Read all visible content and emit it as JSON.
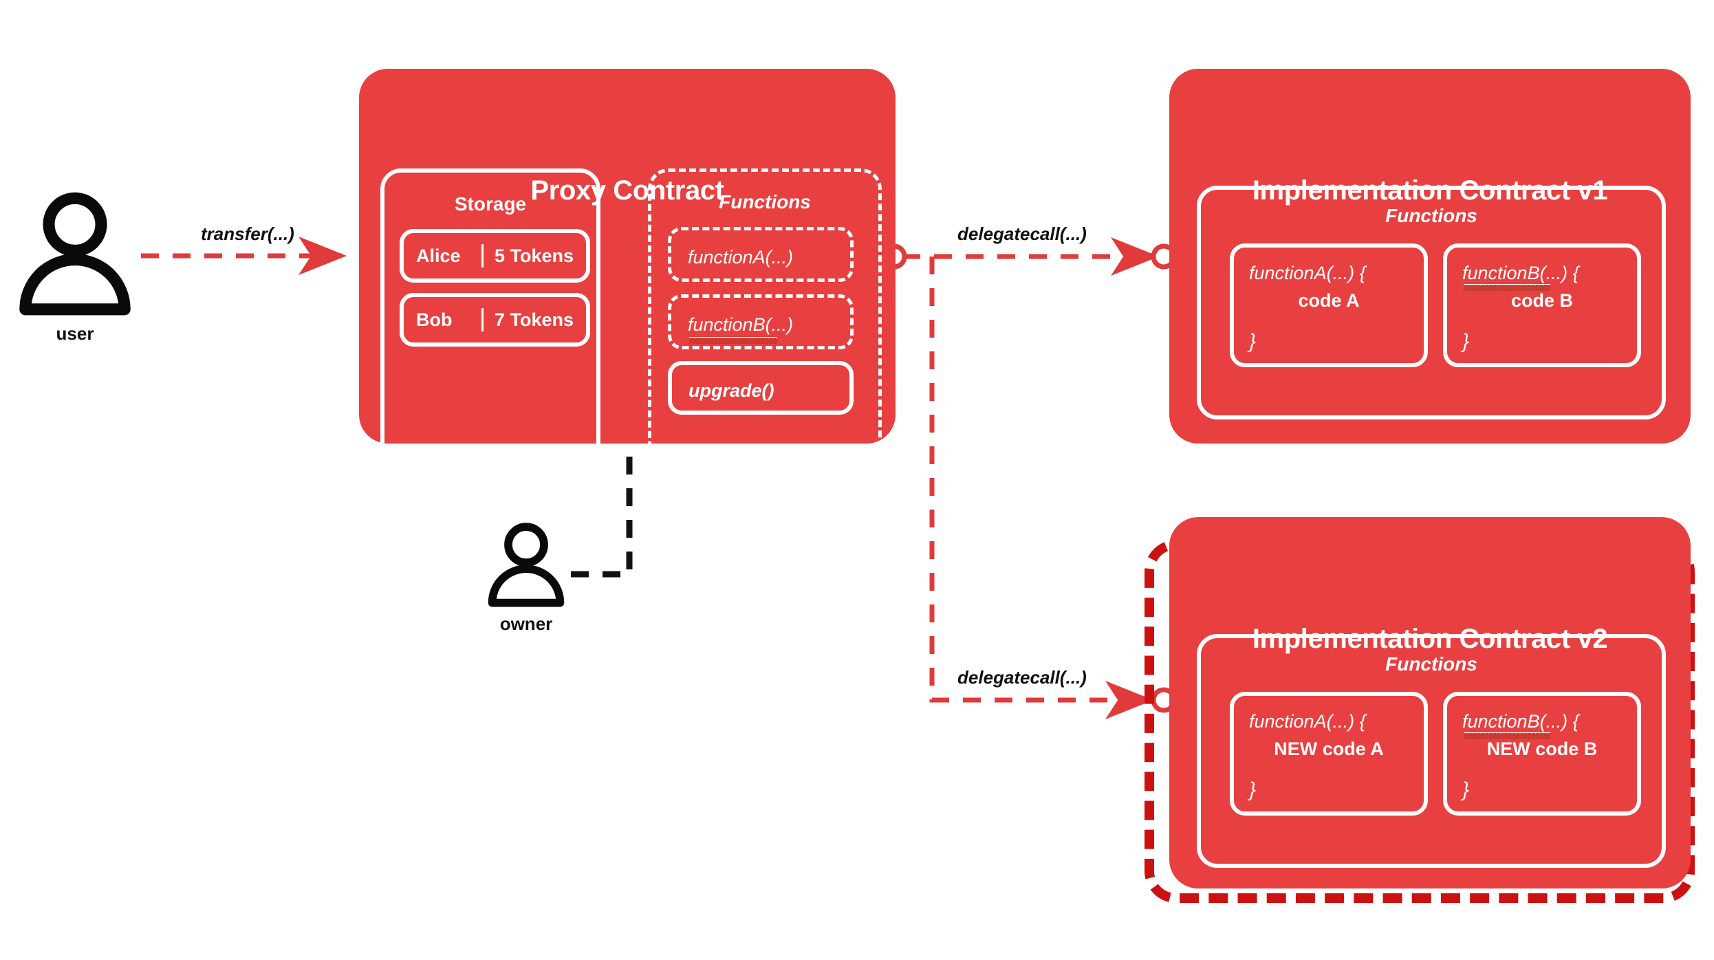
{
  "theme": {
    "brand_red": "#E84040",
    "dark_red": "#CC1111",
    "white": "#FFFFFF",
    "black": "#111111"
  },
  "actors": [
    {
      "id": "user",
      "label": "user",
      "icon": "person-icon"
    },
    {
      "id": "owner",
      "label": "owner",
      "icon": "person-icon"
    }
  ],
  "edges": [
    {
      "id": "transfer",
      "label": "transfer(...)",
      "style": "dashed-red",
      "from": "user",
      "to": "proxy"
    },
    {
      "id": "delegatecall1",
      "label": "delegatecall(...)",
      "style": "dashed-red",
      "from": "proxy",
      "to": "impl_v1"
    },
    {
      "id": "delegatecall2",
      "label": "delegatecall(...)",
      "style": "dashed-red",
      "from": "proxy",
      "to": "impl_v2"
    },
    {
      "id": "upgrade",
      "label": "",
      "style": "dashed-black",
      "from": "owner",
      "to": "upgrade()"
    }
  ],
  "proxy": {
    "title": "Proxy Contract",
    "storage": {
      "title": "Storage",
      "rows": [
        {
          "name": "Alice",
          "amount": "5 Tokens"
        },
        {
          "name": "Bob",
          "amount": "7 Tokens"
        }
      ]
    },
    "functions": {
      "title": "Functions",
      "items": [
        {
          "label": "functionA(...)",
          "style": "dashed",
          "squiggly": false
        },
        {
          "label": "functionB(...)",
          "style": "dashed",
          "squiggly": true
        },
        {
          "label": "upgrade()",
          "style": "solid",
          "squiggly": false
        }
      ]
    }
  },
  "impl_v1": {
    "title": "Implementation Contract v1",
    "functions": {
      "title": "Functions",
      "items": [
        {
          "signature": "functionA(...) {",
          "body": "code A",
          "close": "}",
          "squiggly": false
        },
        {
          "signature": "functionB(...) {",
          "body": "code B",
          "close": "}",
          "squiggly": true
        }
      ]
    }
  },
  "impl_v2": {
    "title": "Implementation Contract v2",
    "highlighted": true,
    "functions": {
      "title": "Functions",
      "items": [
        {
          "signature": "functionA(...) {",
          "body": "NEW code A",
          "close": "}",
          "squiggly": false
        },
        {
          "signature": "functionB(...) {",
          "body": "NEW code B",
          "close": "}",
          "squiggly": true
        }
      ]
    }
  }
}
